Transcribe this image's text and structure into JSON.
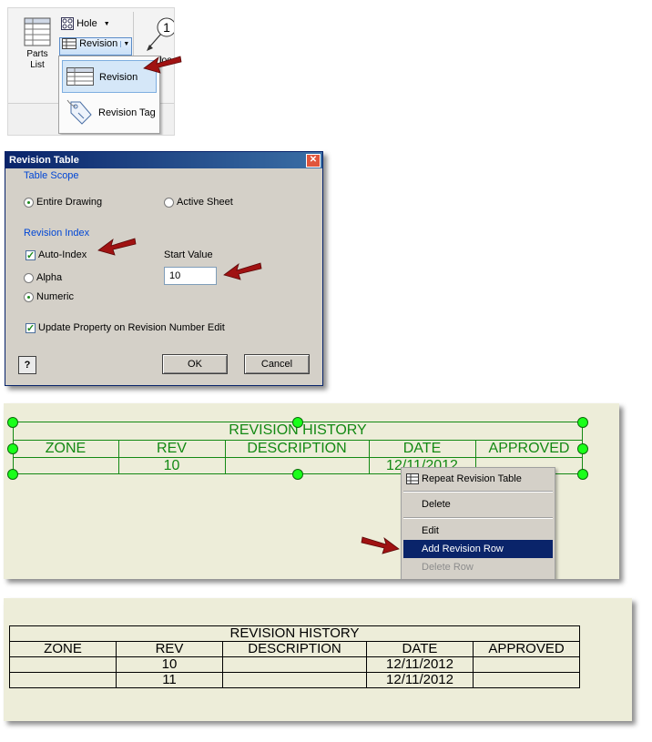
{
  "ribbon": {
    "parts_list_label": "Parts\nList",
    "hole_label": "Hole",
    "revision_label": "Revision",
    "balloon_label": "Balloo",
    "balloon_number": "1",
    "dropdown": [
      {
        "label": "Revision",
        "selected": true
      },
      {
        "label": "Revision Tag",
        "selected": false
      }
    ]
  },
  "dialog": {
    "title": "Revision Table",
    "close_glyph": "✕",
    "table_scope_group": "Table Scope",
    "entire_drawing": "Entire Drawing",
    "active_sheet": "Active Sheet",
    "scope_selected": "Entire Drawing",
    "revision_index_group": "Revision Index",
    "auto_index": "Auto-Index",
    "auto_index_checked": true,
    "alpha": "Alpha",
    "numeric": "Numeric",
    "index_selected": "Numeric",
    "start_value_label": "Start Value",
    "start_value": "10",
    "update_property": "Update Property on Revision Number Edit",
    "update_property_checked": true,
    "ok_label": "OK",
    "cancel_label": "Cancel",
    "help_glyph": "?"
  },
  "table_editing": {
    "title": "REVISION HISTORY",
    "headers": [
      "ZONE",
      "REV",
      "DESCRIPTION",
      "DATE",
      "APPROVED"
    ],
    "row": [
      "",
      "10",
      "",
      "12/11/2012",
      ""
    ],
    "context_menu": [
      {
        "label": "Repeat Revision Table",
        "state": "normal"
      },
      {
        "label": "Delete",
        "state": "normal"
      },
      {
        "label": "Edit",
        "state": "normal"
      },
      {
        "label": "Add Revision Row",
        "state": "selected"
      },
      {
        "label": "Delete Row",
        "state": "disabled"
      }
    ]
  },
  "final_table": {
    "title": "REVISION HISTORY",
    "headers": [
      "ZONE",
      "REV",
      "DESCRIPTION",
      "DATE",
      "APPROVED"
    ],
    "rows": [
      [
        "",
        "10",
        "",
        "12/11/2012",
        ""
      ],
      [
        "",
        "11",
        "",
        "12/11/2012",
        ""
      ]
    ]
  },
  "colors": {
    "table_green": "#138913",
    "grip_green": "#1aff1a",
    "panel_bg": "#ededd9",
    "dialog_bg": "#d4d0c8",
    "arrow_red": "#a01212",
    "menu_highlight": "#0a246a"
  },
  "icons": [
    "parts-list-icon",
    "hole-icon",
    "revision-table-icon",
    "balloon-icon",
    "revision-tag-icon",
    "help-icon",
    "close-icon",
    "grip-icon",
    "pointer-arrow-icon"
  ]
}
